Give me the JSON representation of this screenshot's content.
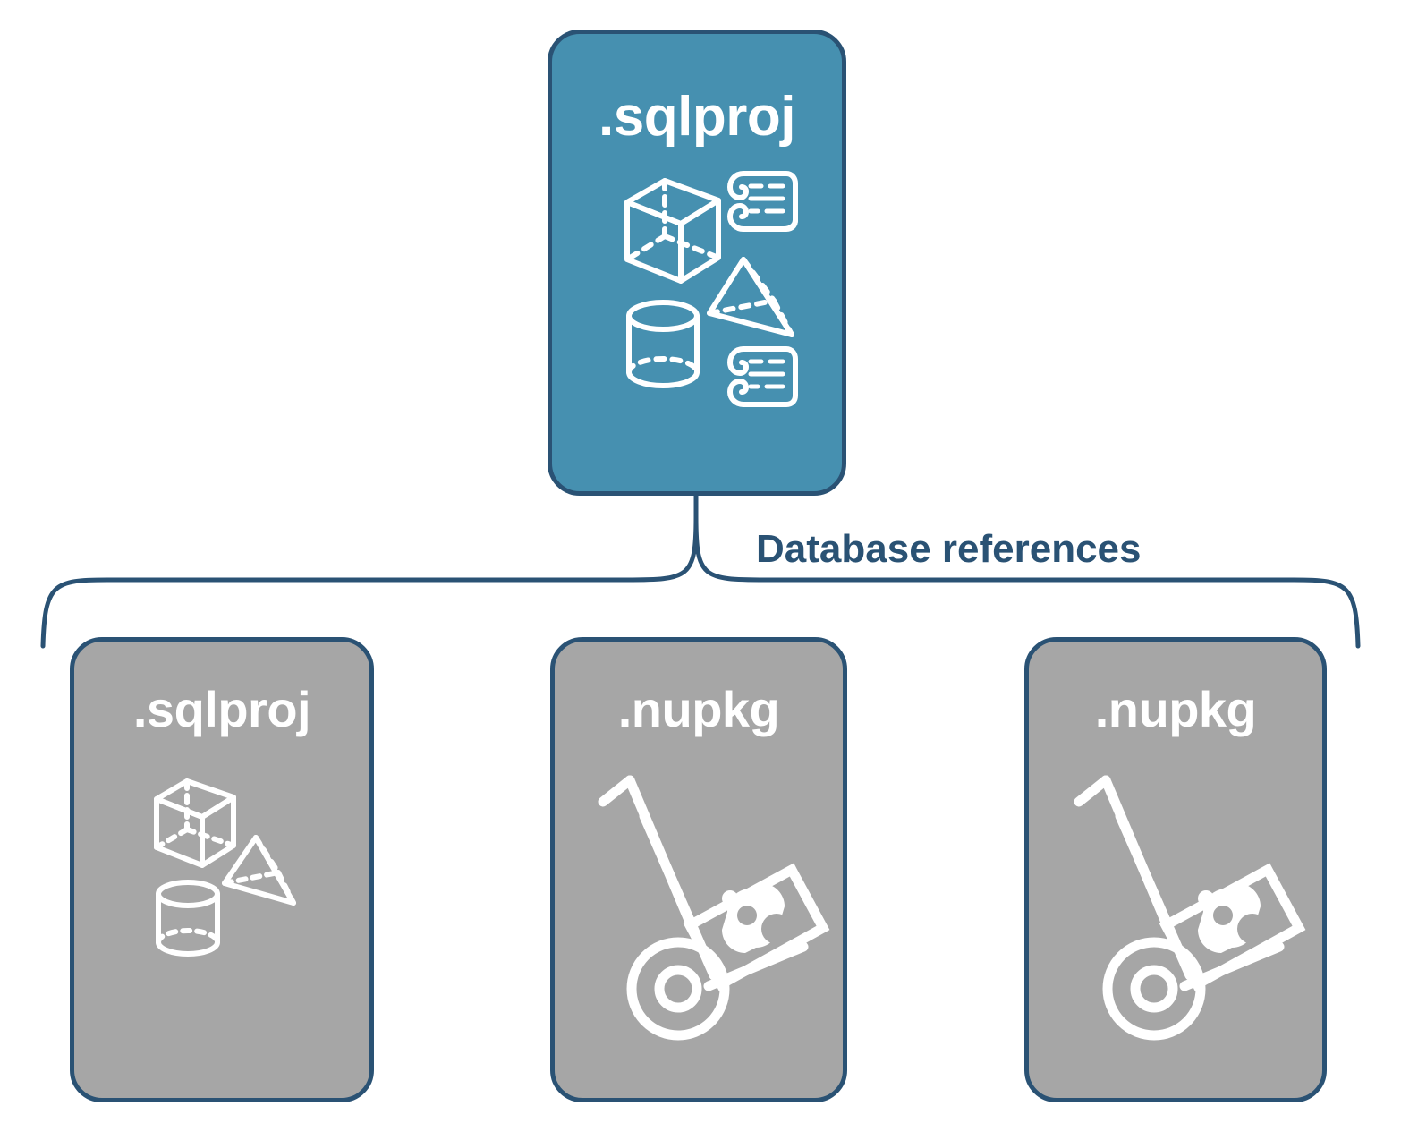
{
  "diagram": {
    "title_text": "Database references",
    "colors": {
      "accent_blue": "#4690B0",
      "outline_navy": "#2A5274",
      "node_gray": "#A6A6A6",
      "icon_white": "#FFFFFF",
      "background": "#FFFFFF"
    }
  },
  "root_node": {
    "label": ".sqlproj",
    "kind": "sqlproj",
    "fill": "#4690B0",
    "icons": [
      "cube-icon",
      "scroll-icon",
      "pyramid-icon",
      "cylinder-icon",
      "scroll-icon"
    ]
  },
  "connector": {
    "label": "Database references",
    "style": "curly-brace",
    "color": "#2A5274"
  },
  "reference_nodes": [
    {
      "label": ".sqlproj",
      "kind": "sqlproj",
      "fill": "#A6A6A6",
      "icons": [
        "cube-icon",
        "pyramid-icon",
        "cylinder-icon"
      ]
    },
    {
      "label": ".nupkg",
      "kind": "nupkg",
      "fill": "#A6A6A6",
      "icons": [
        "hand-truck-icon",
        "nuget-package-icon"
      ]
    },
    {
      "label": ".nupkg",
      "kind": "nupkg",
      "fill": "#A6A6A6",
      "icons": [
        "hand-truck-icon",
        "nuget-package-icon"
      ]
    }
  ]
}
